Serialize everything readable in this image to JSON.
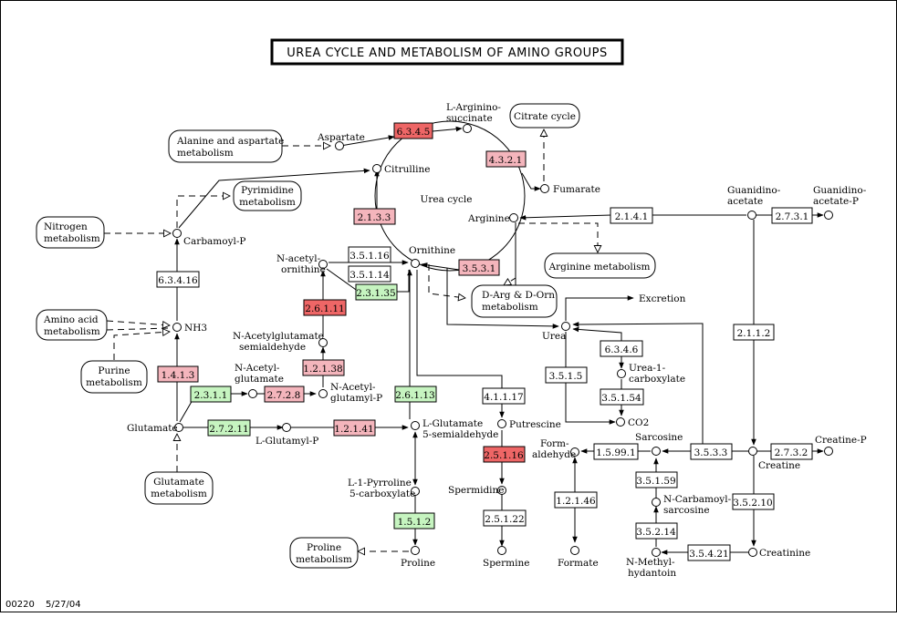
{
  "title": "UREA CYCLE AND METABOLISM OF AMINO GROUPS",
  "footer": {
    "map_id": "00220",
    "date": "5/27/04"
  },
  "colors": {
    "red": "#ee6666",
    "pink": "#f4b5bc",
    "green": "#c6f4c0",
    "white": "#ffffff"
  },
  "cycle_label": "Urea cycle",
  "enzymes": {
    "e6345": "6.3.4.5",
    "e4321": "4.3.2.1",
    "e2133": "2.1.3.3",
    "e3511_6": "3.5.1.16",
    "e3511_4": "3.5.1.14",
    "e2313_5": "2.3.1.35",
    "e3531": "3.5.3.1",
    "e6341_6": "6.3.4.16",
    "e2611_1": "2.6.1.11",
    "e1213_8": "1.2.1.38",
    "e1413": "1.4.1.3",
    "e2311": "2.3.1.1",
    "e2728": "2.7.2.8",
    "e2611_3": "2.6.1.13",
    "e4111_7": "4.1.1.17",
    "e2721_1": "2.7.2.11",
    "e1214_1": "1.2.1.41",
    "e2511_6": "2.5.1.16",
    "e2511_22": "2.5.1.22",
    "e1512": "1.5.1.2",
    "e2141": "2.1.4.1",
    "e2731": "2.7.3.1",
    "e2112": "2.1.1.2",
    "e6346": "6.3.4.6",
    "e3515": "3.5.1.5",
    "e3515_4": "3.5.1.54",
    "e1599_1": "1.5.99.1",
    "e3533": "3.5.3.3",
    "e2732": "2.7.3.2",
    "e1214_6": "1.2.1.46",
    "e3515_9": "3.5.1.59",
    "e3521_4": "3.5.2.14",
    "e3521_0": "3.5.2.10",
    "e3542_1": "3.5.4.21"
  },
  "compounds": {
    "aspartate": "Aspartate",
    "argininosuccinate": [
      "L-Arginino-",
      "succinate"
    ],
    "citrulline": "Citrulline",
    "fumarate": "Fumarate",
    "arginine": "Arginine",
    "ornithine": "Ornithine",
    "carbamoyl_p": "Carbamoyl-P",
    "nh3": "NH3",
    "n_acetylornithine": [
      "N-acetyl-",
      "ornithine"
    ],
    "n_acetylglutamate_semialdehyde": [
      "N-Acetylglutamate",
      "semialdehyde"
    ],
    "n_acetylglutamate": [
      "N-Acetyl-",
      "glutamate"
    ],
    "n_acetylglutamyl_p": [
      "N-Acetyl-",
      "glutamyl-P"
    ],
    "glutamate": "Glutamate",
    "l_glutamyl_p": "L-Glutamyl-P",
    "l_glutamate_semialdehyde": [
      "L-Glutamate",
      "5-semialdehyde"
    ],
    "putrescine": "Putrescine",
    "spermidine": "Spermidine",
    "spermine": "Spermine",
    "pyrroline": [
      "L-1-Pyrroline",
      "5-carboxylate"
    ],
    "proline": "Proline",
    "guanidinoacetate": [
      "Guanidino-",
      "acetate"
    ],
    "guanidinoacetate_p": [
      "Guanidino-",
      "acetate-P"
    ],
    "excretion": "Excretion",
    "urea": "Urea",
    "urea_carboxylate": [
      "Urea-1-",
      "carboxylate"
    ],
    "co2": "CO2",
    "formaldehyde": [
      "Form-",
      "aldehyde"
    ],
    "formate": "Formate",
    "sarcosine": "Sarcosine",
    "n_carbamoylsarcosine": [
      "N-Carbamoyl-",
      "sarcosine"
    ],
    "n_methylhydantoin": [
      "N-Methyl-",
      "hydantoin"
    ],
    "creatine": "Creatine",
    "creatine_p": "Creatine-P",
    "creatinine": "Creatinine"
  },
  "maps": {
    "citrate": "Citrate cycle",
    "alanine": [
      "Alanine and aspartate",
      "metabolism"
    ],
    "pyrimidine": [
      "Pyrimidine",
      "metabolism"
    ],
    "nitrogen": [
      "Nitrogen",
      "metabolism"
    ],
    "amino_acid": [
      "Amino acid",
      "metabolism"
    ],
    "purine": [
      "Purine",
      "metabolism"
    ],
    "arginine_met": "Arginine metabolism",
    "d_arg": [
      "D-Arg & D-Orn",
      "metabolism"
    ],
    "glutamate_met": [
      "Glutamate",
      "metabolism"
    ],
    "proline_met": [
      "Proline",
      "metabolism"
    ]
  }
}
